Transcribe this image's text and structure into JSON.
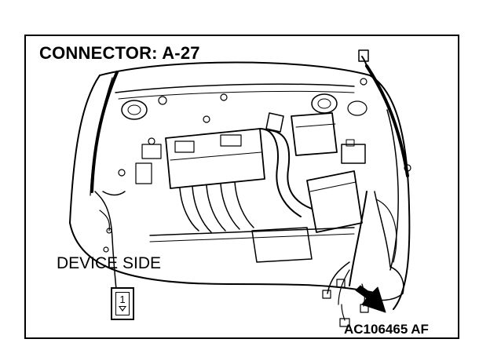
{
  "diagram": {
    "title": "CONNECTOR: A-27",
    "device_side_label": "DEVICE SIDE",
    "connector_pin": "1",
    "figure_code": "AC106465",
    "figure_suffix": "AF"
  },
  "icons": {
    "pointer": "pointer-arrow-icon",
    "terminal": "terminal-triangle-icon"
  },
  "colors": {
    "line": "#000000",
    "background": "#ffffff"
  }
}
